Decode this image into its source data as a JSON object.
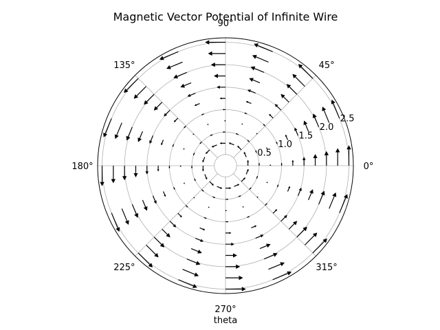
{
  "chart_data": {
    "type": "quiver",
    "projection": "polar",
    "title": "Magnetic Vector Potential of Infinite Wire",
    "xlabel": "theta",
    "ylabel": "",
    "theta_ticks_deg": [
      0,
      45,
      90,
      135,
      180,
      225,
      270,
      315
    ],
    "theta_tick_labels": [
      "0°",
      "45°",
      "90°",
      "135°",
      "180°",
      "225°",
      "270°",
      "315°"
    ],
    "r_ticks": [
      0.5,
      1.0,
      1.5,
      2.0,
      2.5
    ],
    "r_tick_labels": [
      "0.5",
      "1.0",
      "1.5",
      "2.0",
      "2.5"
    ],
    "r_label_angle_deg": 22.5,
    "rlim": [
      -0.25,
      2.6
    ],
    "grid": true,
    "field": {
      "radii": [
        0.25,
        0.5,
        0.75,
        1.0,
        1.25,
        1.5,
        1.75,
        2.0,
        2.25,
        2.5
      ],
      "theta_count": 16,
      "direction": "counterclockwise-tangential",
      "magnitude_description": "grows with radius; near zero at r = 0.75"
    }
  }
}
